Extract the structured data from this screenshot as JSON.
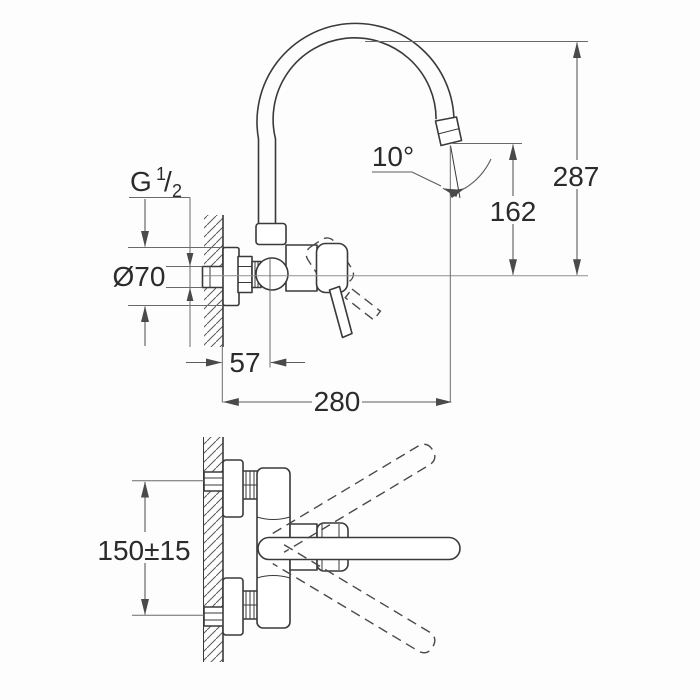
{
  "diagram": {
    "kind": "technical-dimension-drawing",
    "subject": "wall-mounted single-lever mixer tap with high C-spout, side elevation and plan view",
    "labels": {
      "thread": {
        "letter": "G",
        "numerator": "1",
        "slash": "/",
        "denominator": "2",
        "display": "G 1/2"
      },
      "flange_diameter": "Ø70",
      "wall_to_spout_axis": "57",
      "spout_reach": "280",
      "outlet_angle": "10°",
      "outlet_height": "162",
      "total_height": "287",
      "connection_distance": "150±15"
    },
    "colors": {
      "background": "#fdfdfd",
      "outline": "#3a3a3a",
      "dimension_line": "#5c5c5c",
      "text": "#2b2b2b"
    }
  }
}
